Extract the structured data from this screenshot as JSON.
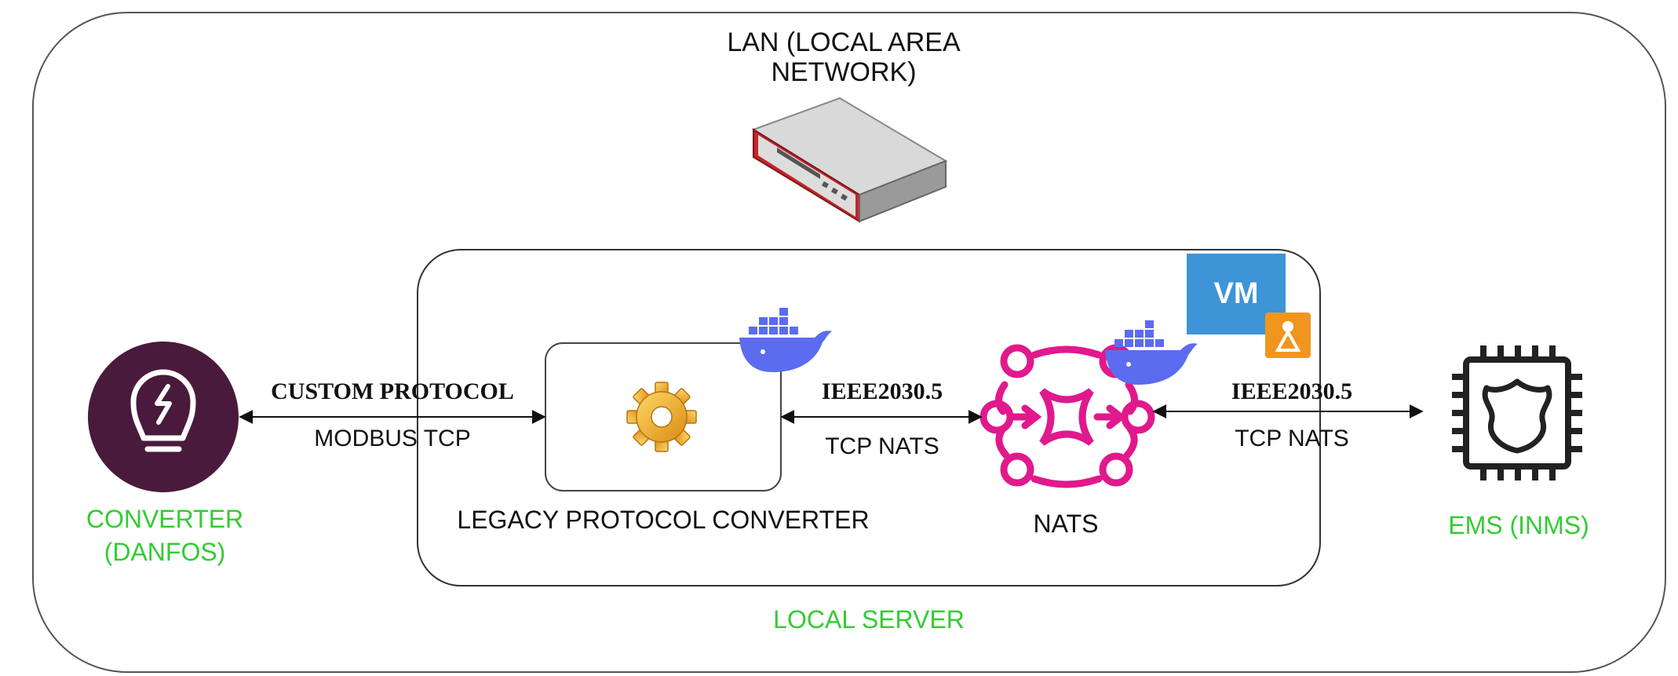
{
  "lan": {
    "line1": "LAN (LOCAL AREA",
    "line2": "NETWORK)"
  },
  "local_server": {
    "label": "LOCAL SERVER"
  },
  "converter": {
    "line1": "CONVERTER",
    "line2": "(DANFOS)"
  },
  "legacy_converter": {
    "label": "LEGACY PROTOCOL CONVERTER"
  },
  "nats": {
    "label": "NATS"
  },
  "ems": {
    "label": "EMS (INMS)"
  },
  "vm_badge": {
    "label": "VM"
  },
  "links": {
    "converter_to_legacy": {
      "top": "CUSTOM PROTOCOL",
      "bottom": "MODBUS TCP"
    },
    "legacy_to_nats": {
      "top": "IEEE2030.5",
      "bottom": "TCP NATS"
    },
    "nats_to_ems": {
      "top": "IEEE2030.5",
      "bottom": "TCP NATS"
    }
  },
  "colors": {
    "green_label": "#33cc33",
    "nats_magenta": "#e0198c",
    "converter_purple": "#4a1a3c",
    "docker_blue": "#5b6cf0",
    "vm_blue": "#3d94d6",
    "linux_orange": "#f0961e"
  },
  "icons": {
    "lan": "network-switch-icon",
    "converter": "lightbulb-icon",
    "legacy": "gear-icon",
    "nats": "nats-logo-icon",
    "ems": "chip-shield-icon",
    "docker": "docker-whale-icon",
    "linux": "linux-tux-icon"
  }
}
